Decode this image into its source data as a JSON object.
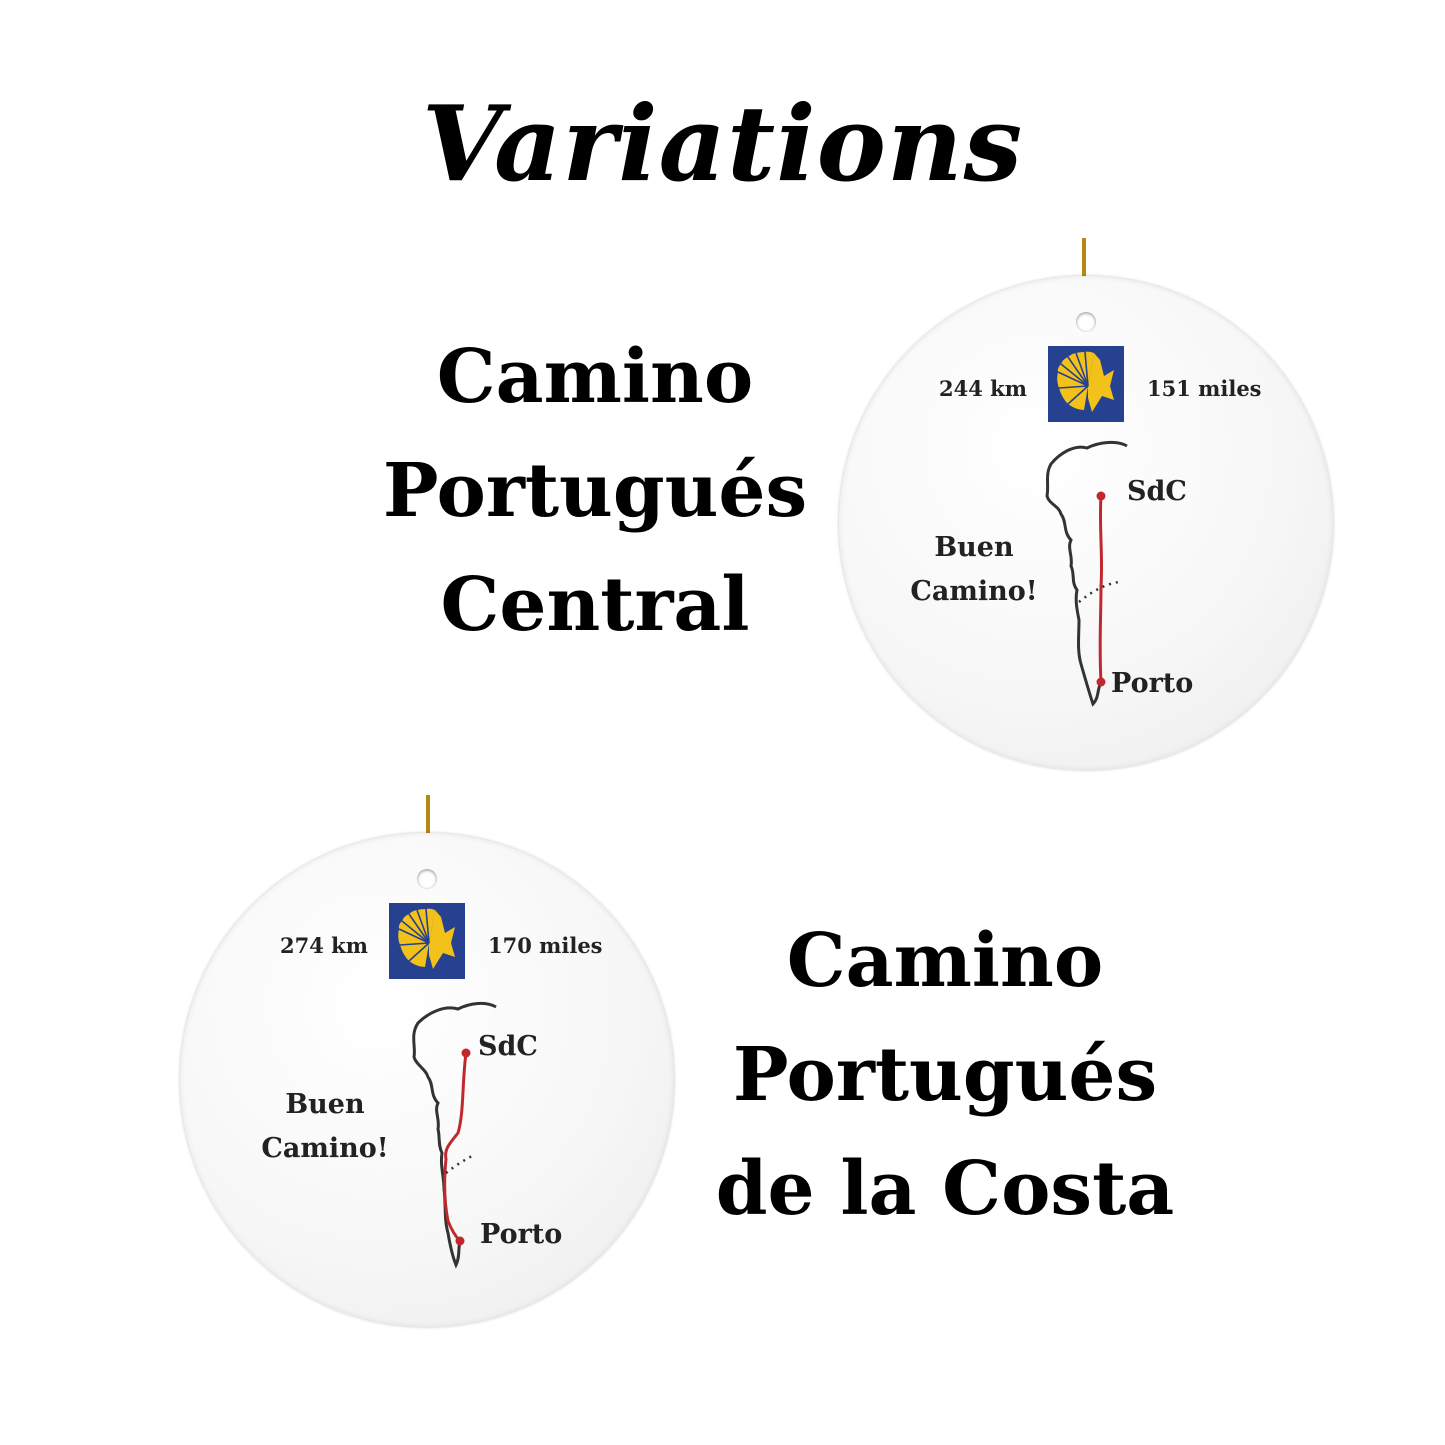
{
  "heading": "Variations",
  "variants": [
    {
      "title_lines": [
        "Camino",
        "Portugués",
        "Central"
      ],
      "distance_km": "244 km",
      "distance_miles": "151 miles",
      "greeting_lines": [
        "Buen",
        "Camino!"
      ],
      "start": "SdC",
      "end": "Porto"
    },
    {
      "title_lines": [
        "Camino",
        "Portugués",
        "de la Costa"
      ],
      "distance_km": "274 km",
      "distance_miles": "170 miles",
      "greeting_lines": [
        "Buen",
        "Camino!"
      ],
      "start": "SdC",
      "end": "Porto"
    }
  ],
  "colors": {
    "badge": "#26418f",
    "shell": "#f2c21b",
    "route": "#c0282d",
    "coast": "#333333",
    "string": "#b58a14"
  },
  "icons": [
    "scallop-shell-icon"
  ]
}
